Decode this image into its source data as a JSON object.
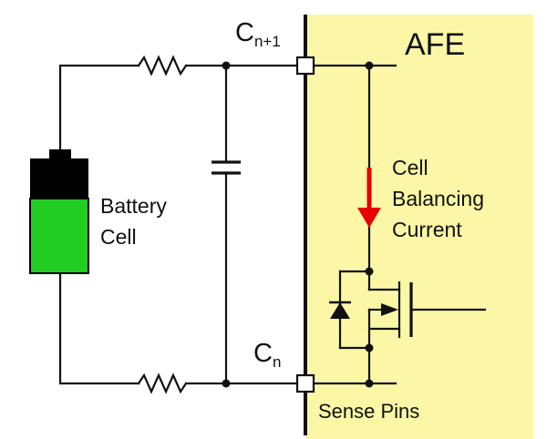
{
  "afe": {
    "label": "AFE",
    "fill_color": "#fbf7a6"
  },
  "battery": {
    "label_line1": "Battery",
    "label_line2": "Cell",
    "charge_color": "#22cc22",
    "cap_color": "#000000"
  },
  "pins": {
    "top": {
      "base": "C",
      "subscript": "n+1"
    },
    "bottom": {
      "base": "C",
      "subscript": "n"
    },
    "caption": "Sense Pins"
  },
  "balancing": {
    "line1": "Cell",
    "line2": "Balancing",
    "line3": "Current",
    "arrow_color": "#e60000"
  }
}
